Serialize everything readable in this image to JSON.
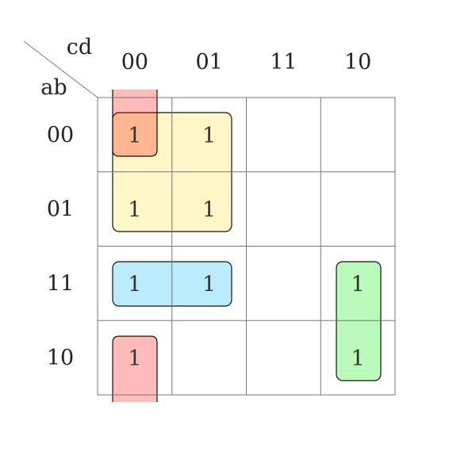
{
  "kmap": {
    "row_var_label": "ab",
    "col_var_label": "cd",
    "col_headers": [
      "00",
      "01",
      "11",
      "10"
    ],
    "row_headers": [
      "00",
      "01",
      "11",
      "10"
    ],
    "cells": [
      [
        "1",
        "1",
        "",
        ""
      ],
      [
        "1",
        "1",
        "",
        ""
      ],
      [
        "1",
        "1",
        "",
        "1"
      ],
      [
        "1",
        "",
        "",
        "1"
      ]
    ],
    "groups": [
      {
        "name": "quad-rows00-01-cols00-01",
        "color": "#ffe033"
      },
      {
        "name": "pair-col00-wrap-rows00-10",
        "color": "#ff0000"
      },
      {
        "name": "pair-row11-cols00-01",
        "color": "#00b8f0"
      },
      {
        "name": "pair-col10-rows11-10",
        "color": "#00ee00"
      }
    ]
  }
}
